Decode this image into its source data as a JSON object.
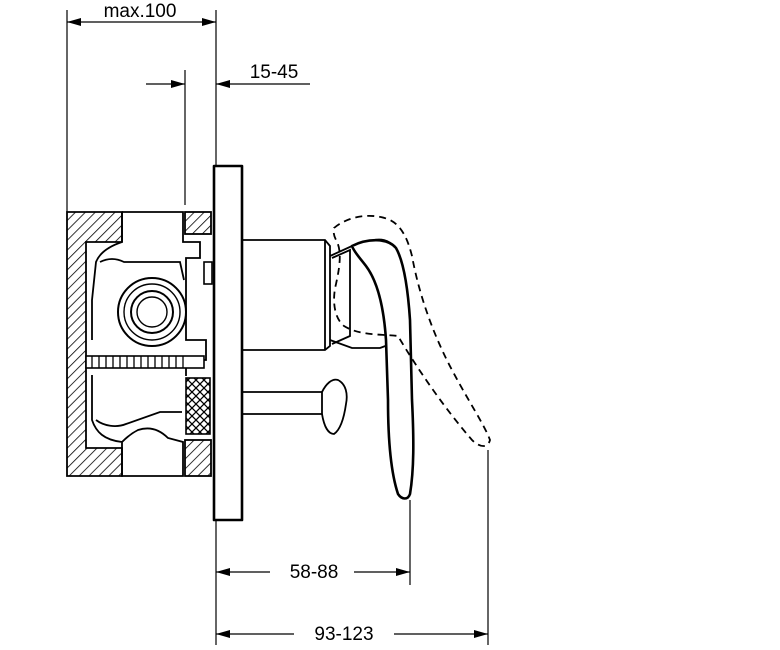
{
  "drawing": {
    "dimensions": {
      "max_depth": "max.100",
      "plate_range": "15-45",
      "handle_range": "58-88",
      "overall_range": "93-123"
    }
  }
}
